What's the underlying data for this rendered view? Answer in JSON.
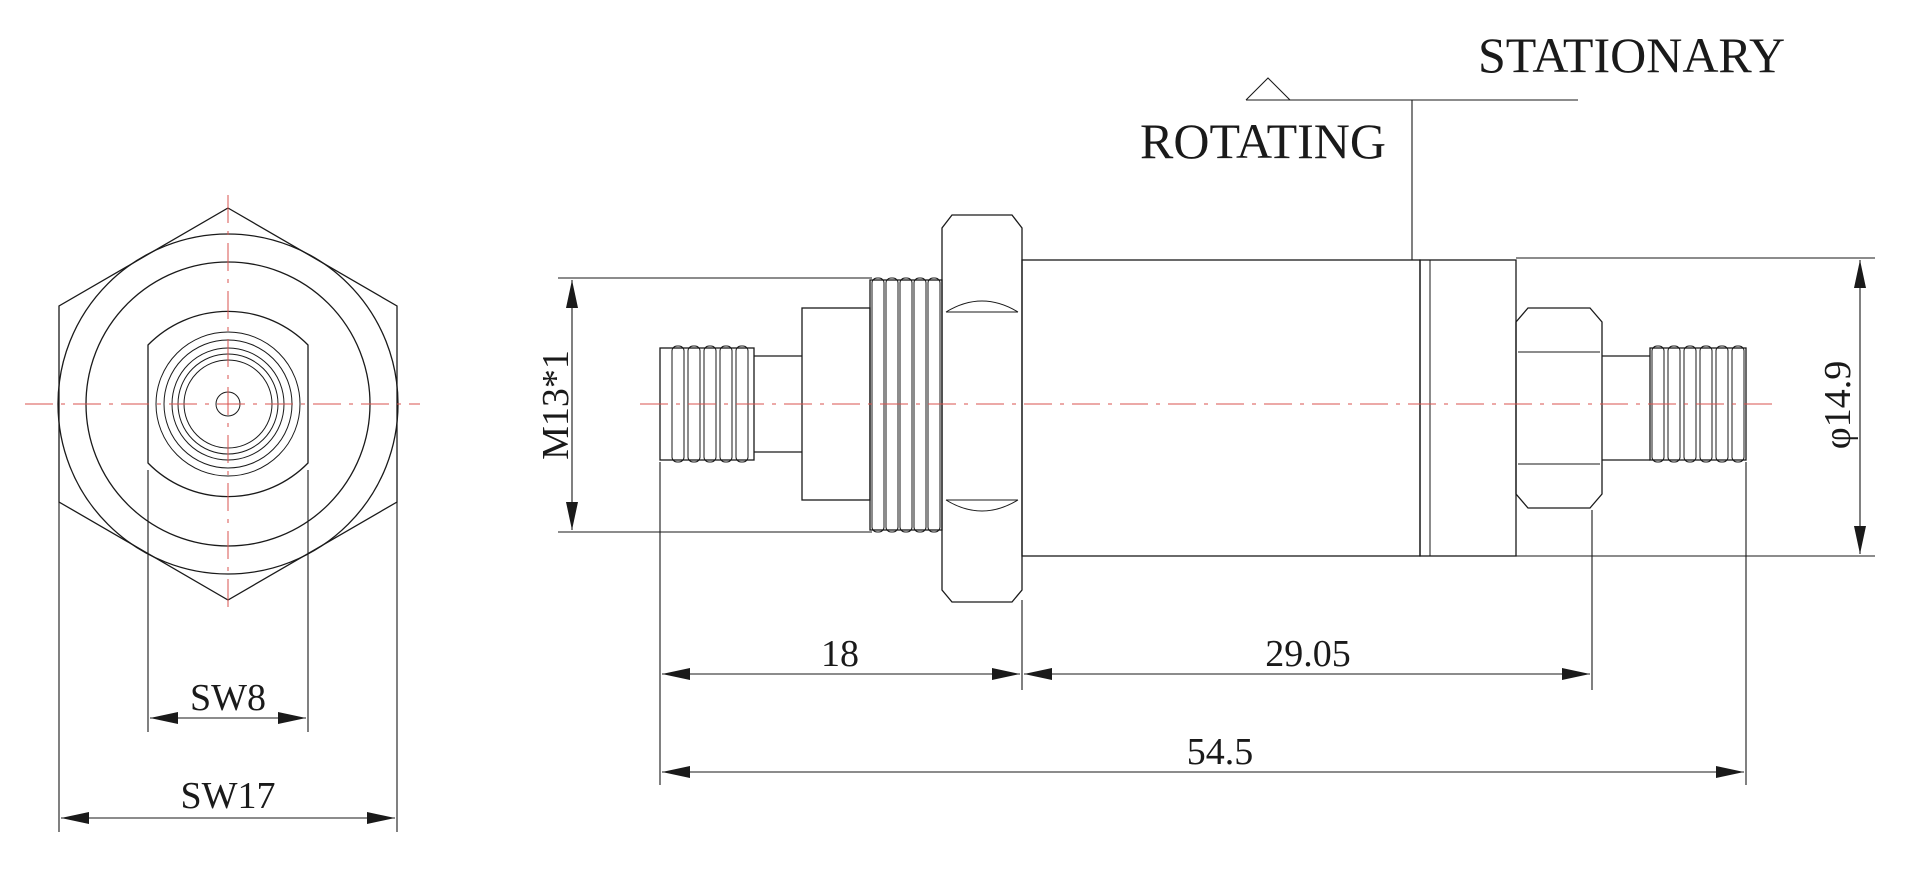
{
  "labels": {
    "stationary": "STATIONARY",
    "rotating": "ROTATING",
    "thread": "M13*1",
    "diameter": "φ14.9",
    "dim_18": "18",
    "dim_29_05": "29.05",
    "dim_54_5": "54.5",
    "sw8": "SW8",
    "sw17": "SW17"
  },
  "colors": {
    "line": "#1a1a1a",
    "centerline": "#d9534f",
    "background": "#ffffff"
  }
}
